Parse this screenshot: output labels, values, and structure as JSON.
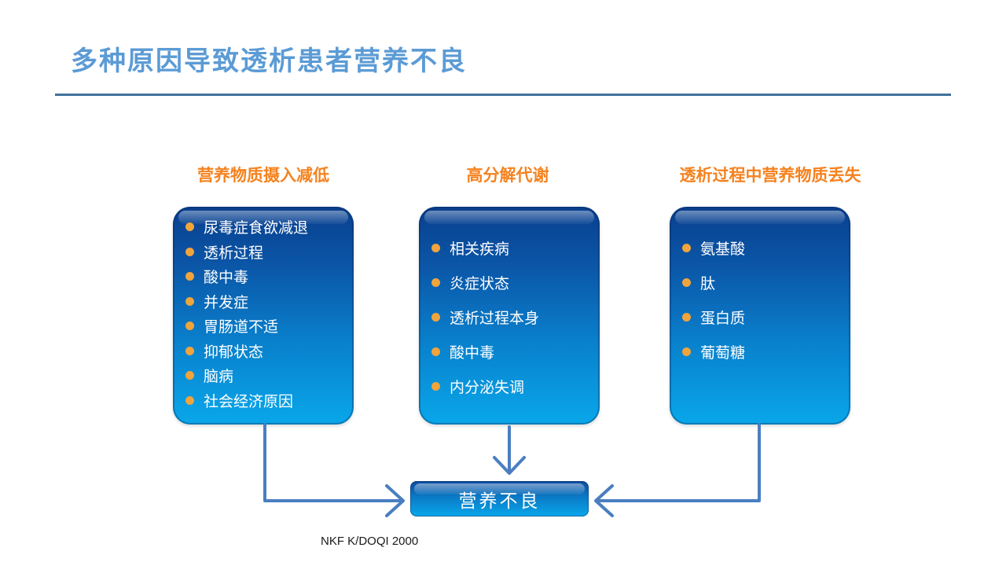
{
  "slide": {
    "title": "多种原因导致透析患者营养不良",
    "source": "NKF K/DOQI 2000"
  },
  "columns": [
    {
      "header": "营养物质摄入减低",
      "items": [
        "尿毒症食欲减退",
        "透析过程",
        "酸中毒",
        "并发症",
        "胃肠道不适",
        "抑郁状态",
        "脑病",
        "社会经济原因"
      ]
    },
    {
      "header": "高分解代谢",
      "items": [
        "相关疾病",
        "炎症状态",
        "透析过程本身",
        "酸中毒",
        "内分泌失调"
      ]
    },
    {
      "header": "透析过程中营养物质丢失",
      "items": [
        "氨基酸",
        "肽",
        "蛋白质",
        "葡萄糖"
      ]
    }
  ],
  "result_box": {
    "label": "营养不良"
  },
  "colors": {
    "title_blue": "#5B9BD5",
    "divider_blue": "#41719C",
    "header_orange": "#F5821F",
    "bullet_gold": "#F0A43C",
    "panel_gradient_top": "#0A3F8E",
    "panel_gradient_bottom": "#09A7EA",
    "arrow_blue": "#4A7EC0",
    "item_text": "#FFFFFF",
    "source_text": "#1A1A1A"
  }
}
